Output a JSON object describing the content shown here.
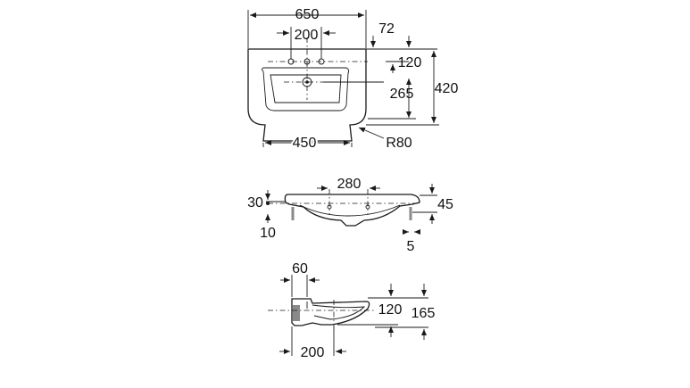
{
  "drawing": {
    "top_view": {
      "width_overall": "650",
      "tap_spacing": "200",
      "rim_offset": "72",
      "tap_depth": "120",
      "drain_depth": "265",
      "depth_overall": "420",
      "front_width": "450",
      "corner_radius": "R80"
    },
    "front_view": {
      "hole_spacing": "280",
      "rim_height": "30",
      "side_height": "45",
      "base_thickness": "10",
      "edge_offset": "5"
    },
    "side_view": {
      "back_width": "60",
      "tap_height": "120",
      "bowl_height": "165",
      "waste_offset": "200"
    }
  }
}
